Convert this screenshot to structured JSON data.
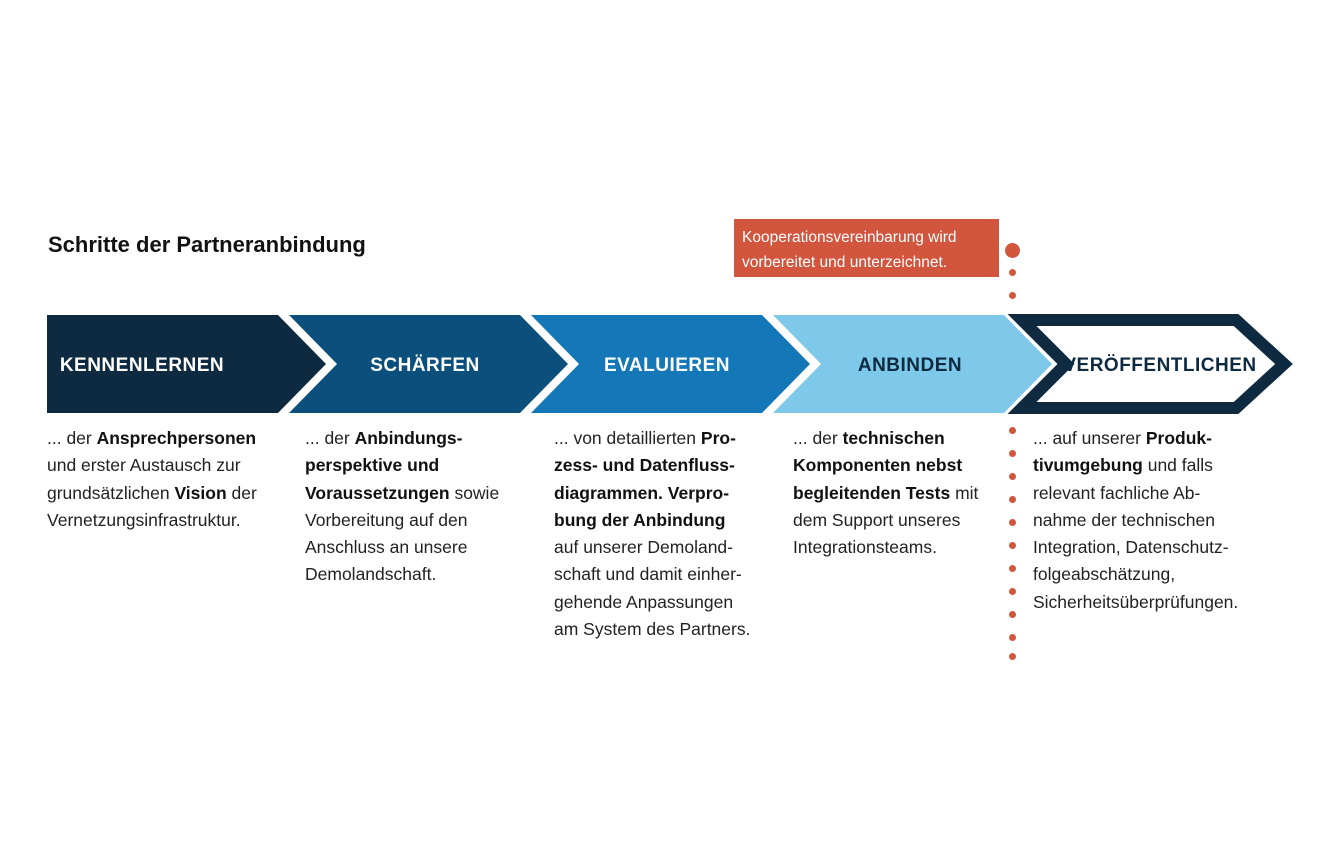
{
  "title": "Schritte der Partneranbindung",
  "note": {
    "lines": [
      "Kooperationsvereinbarung wird",
      "vorbereitet und unterzeichnet."
    ],
    "color": "#d2553e"
  },
  "steps": [
    {
      "label": "KENNENLERNEN",
      "color": "#0e2a40",
      "text_color": "#ffffff"
    },
    {
      "label": "SCHÄRFEN",
      "color": "#0b4f7c",
      "text_color": "#ffffff"
    },
    {
      "label": "EVALUIEREN",
      "color": "#1477b8",
      "text_color": "#ffffff"
    },
    {
      "label": "ANBINDEN",
      "color": "#7ec8ea",
      "text_color": "#0e2a40"
    },
    {
      "label": "VERÖFFENTLICHEN",
      "color": "#0e2a40",
      "text_color": "#0e2a40",
      "outlined": true
    }
  ],
  "descriptions": [
    {
      "lines": [
        [
          {
            "t": "... der ",
            "b": false
          },
          {
            "t": "Ansprechpersonen",
            "b": true
          }
        ],
        [
          {
            "t": "und erster Austausch zur",
            "b": false
          }
        ],
        [
          {
            "t": "grundsätzlichen ",
            "b": false
          },
          {
            "t": "Vision",
            "b": true
          },
          {
            "t": " der",
            "b": false
          }
        ],
        [
          {
            "t": "Vernetzungsinfrastruktur.",
            "b": false
          }
        ]
      ]
    },
    {
      "lines": [
        [
          {
            "t": "... der ",
            "b": false
          },
          {
            "t": "Anbindungs-",
            "b": true
          }
        ],
        [
          {
            "t": "perspektive und",
            "b": true
          }
        ],
        [
          {
            "t": "Voraussetzungen",
            "b": true
          },
          {
            "t": " sowie",
            "b": false
          }
        ],
        [
          {
            "t": "Vorbereitung auf den",
            "b": false
          }
        ],
        [
          {
            "t": "Anschluss an unsere",
            "b": false
          }
        ],
        [
          {
            "t": "Demolandschaft.",
            "b": false
          }
        ]
      ]
    },
    {
      "lines": [
        [
          {
            "t": "... von detaillierten ",
            "b": false
          },
          {
            "t": "Pro-",
            "b": true
          }
        ],
        [
          {
            "t": "zess- und Datenfluss-",
            "b": true
          }
        ],
        [
          {
            "t": "diagrammen. Verpro-",
            "b": true
          }
        ],
        [
          {
            "t": "bung der Anbindung",
            "b": true
          }
        ],
        [
          {
            "t": "auf unserer Demoland-",
            "b": false
          }
        ],
        [
          {
            "t": "schaft und damit einher-",
            "b": false
          }
        ],
        [
          {
            "t": "gehende Anpassungen",
            "b": false
          }
        ],
        [
          {
            "t": "am System des Partners.",
            "b": false
          }
        ]
      ]
    },
    {
      "lines": [
        [
          {
            "t": "... der ",
            "b": false
          },
          {
            "t": "technischen",
            "b": true
          }
        ],
        [
          {
            "t": "Komponenten nebst",
            "b": true
          }
        ],
        [
          {
            "t": "begleitenden Tests",
            "b": true
          },
          {
            "t": " mit",
            "b": false
          }
        ],
        [
          {
            "t": "dem Support unseres",
            "b": false
          }
        ],
        [
          {
            "t": "Integrationsteams.",
            "b": false
          }
        ]
      ]
    },
    {
      "lines": [
        [
          {
            "t": "... auf unserer ",
            "b": false
          },
          {
            "t": "Produk-",
            "b": true
          }
        ],
        [
          {
            "t": "tivumgebung",
            "b": true
          },
          {
            "t": " und falls",
            "b": false
          }
        ],
        [
          {
            "t": "relevant fachliche Ab-",
            "b": false
          }
        ],
        [
          {
            "t": "nahme der technischen",
            "b": false
          }
        ],
        [
          {
            "t": "Integration, Datenschutz-",
            "b": false
          }
        ],
        [
          {
            "t": "folgeabschätzung,",
            "b": false
          }
        ],
        [
          {
            "t": "Sicherheitsüberprüfungen.",
            "b": false
          }
        ]
      ]
    }
  ],
  "milestone_color": "#d2553e"
}
